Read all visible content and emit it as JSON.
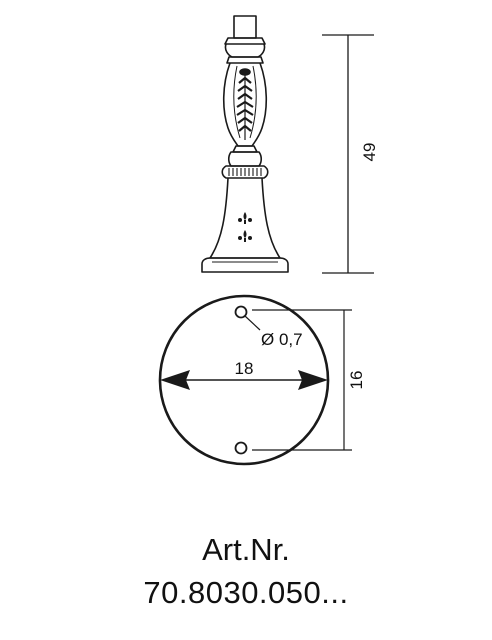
{
  "drawing": {
    "height_dimension": "49",
    "diameter_dimension": "18",
    "depth_dimension": "16",
    "hole_dimension": "Ø 0,7",
    "stroke_color": "#1a1a1a"
  },
  "caption": {
    "label": "Art.Nr.",
    "number": "70.8030.050..."
  }
}
